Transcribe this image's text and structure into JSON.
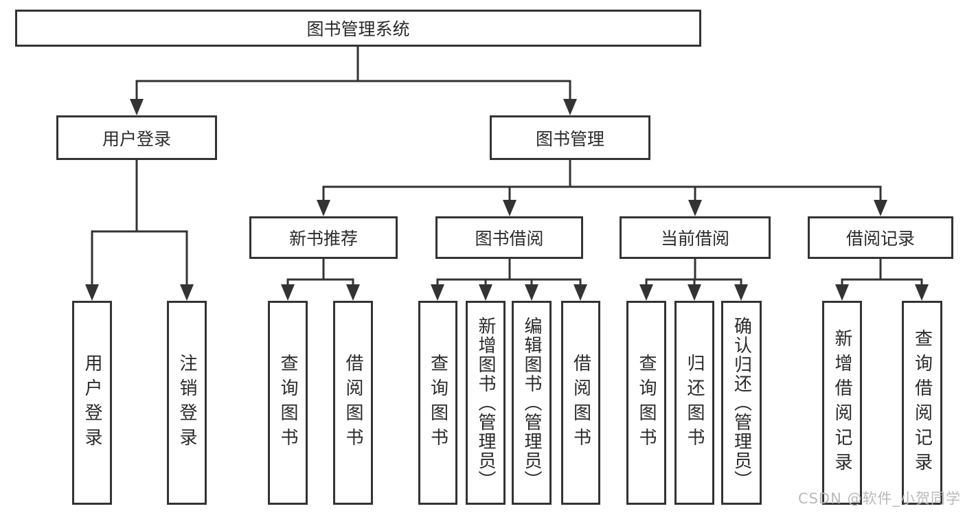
{
  "diagram": {
    "root": "图书管理系统",
    "user_login": {
      "label": "用户登录",
      "children": [
        "用户登录",
        "注销登录"
      ]
    },
    "book_management": {
      "label": "图书管理",
      "sections": [
        {
          "label": "新书推荐",
          "children": [
            "查询图书",
            "借阅图书"
          ]
        },
        {
          "label": "图书借阅",
          "children": [
            "查询图书",
            "新增图书（管理员）",
            "编辑图书（管理员）",
            "借阅图书"
          ]
        },
        {
          "label": "当前借阅",
          "children": [
            "查询图书",
            "归还图书",
            "确认归还（管理员）"
          ]
        },
        {
          "label": "借阅记录",
          "children": [
            "新增借阅记录",
            "查询借阅记录"
          ]
        }
      ]
    }
  },
  "colors": {
    "line": "#333333",
    "box_border": "#333333",
    "text": "#2a2a2a",
    "watermark": "#b9b9b9",
    "background": "#ffffff"
  },
  "watermark": "CSDN @软件_小贺同学"
}
